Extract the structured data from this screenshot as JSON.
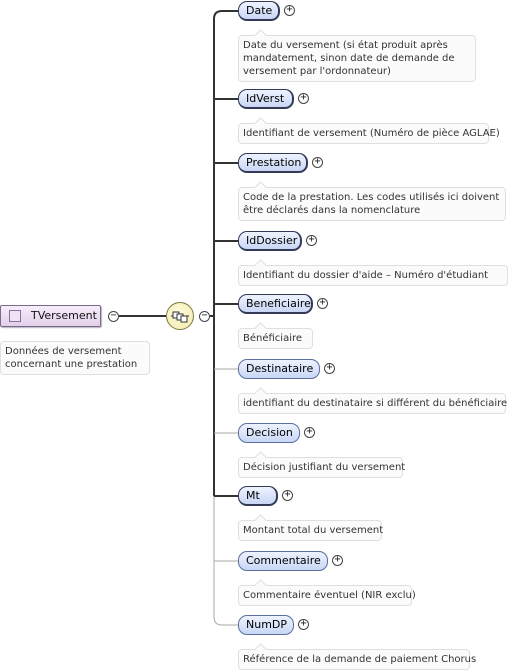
{
  "root": {
    "label": "TVersement",
    "doc_lines": [
      "Données de versement",
      "concernant une prestation"
    ]
  },
  "elements": [
    {
      "label": "Date",
      "mandatory": true,
      "doc_lines": [
        "Date du versement (si état produit après",
        "mandatement, sinon date de demande de",
        "versement par l'ordonnateur)"
      ]
    },
    {
      "label": "IdVerst",
      "mandatory": true,
      "doc_lines": [
        "Identifiant de versement (Numéro de pièce AGLAE)"
      ]
    },
    {
      "label": "Prestation",
      "mandatory": true,
      "doc_lines": [
        "Code de la prestation. Les codes utilisés ici doivent",
        "être déclarés dans la nomenclature"
      ]
    },
    {
      "label": "IdDossier",
      "mandatory": true,
      "doc_lines": [
        "Identifiant du dossier d'aide – Numéro d'étudiant"
      ]
    },
    {
      "label": "Beneficiaire",
      "mandatory": true,
      "doc_lines": [
        "Bénéficiaire"
      ]
    },
    {
      "label": "Destinataire",
      "mandatory": false,
      "doc_lines": [
        "identifiant du destinataire si différent du bénéficiaire"
      ]
    },
    {
      "label": "Decision",
      "mandatory": false,
      "doc_lines": [
        "Décision justifiant du versement"
      ]
    },
    {
      "label": "Mt",
      "mandatory": true,
      "doc_lines": [
        "Montant total du versement"
      ]
    },
    {
      "label": "Commentaire",
      "mandatory": false,
      "doc_lines": [
        "Commentaire éventuel (NIR exclu)"
      ]
    },
    {
      "label": "NumDP",
      "mandatory": false,
      "doc_lines": [
        "Référence de la demande de paiement Chorus"
      ]
    }
  ],
  "icons": {
    "expand": "+",
    "collapse": "−"
  },
  "colors": {
    "root_fill": "#e3cfe9",
    "element_fill": "#c8d6f5",
    "sequence_fill": "#f0e9a6"
  }
}
